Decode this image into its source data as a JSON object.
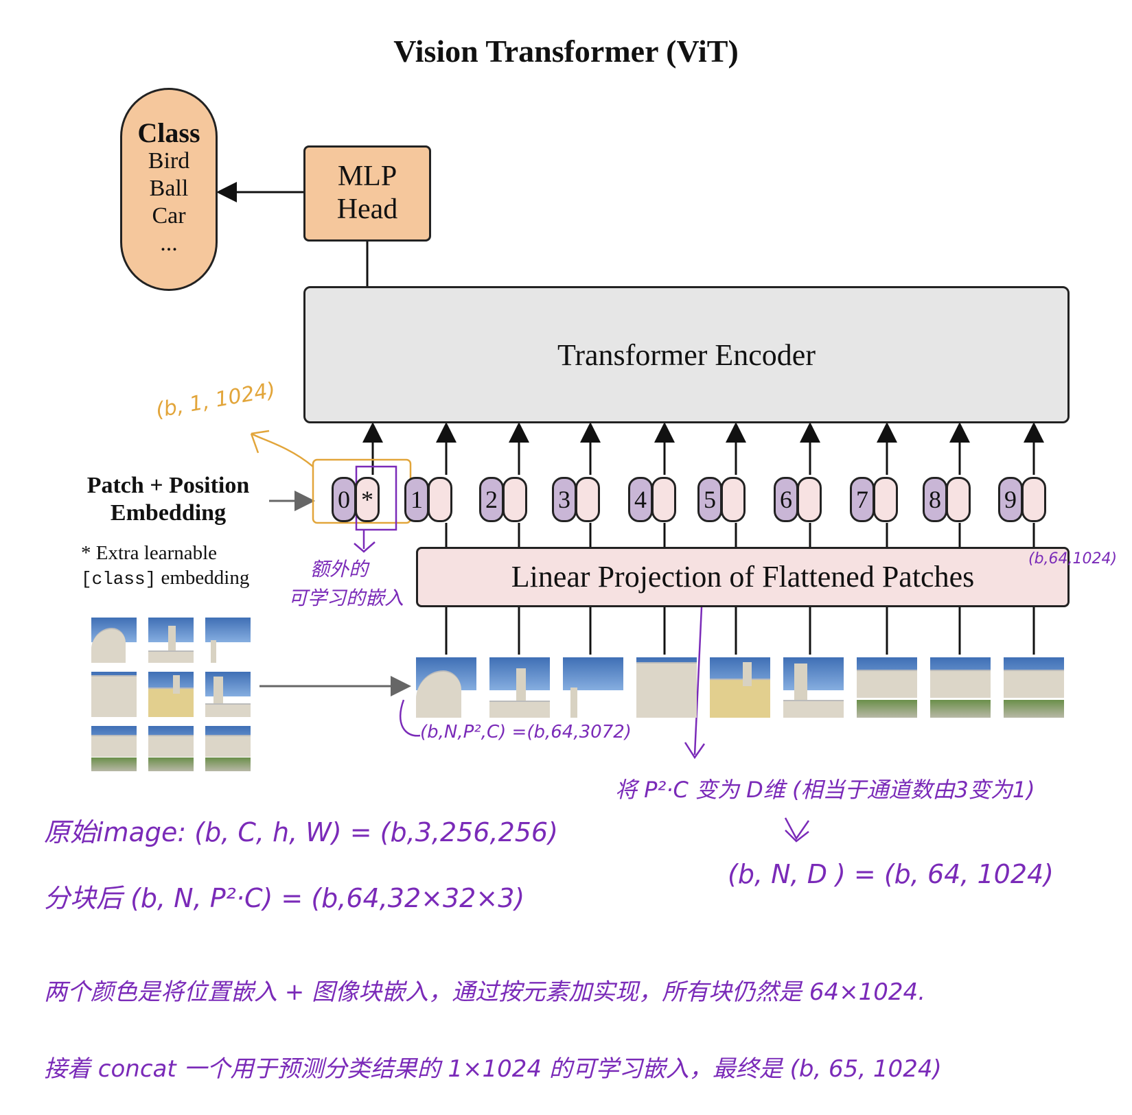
{
  "title": "Vision Transformer (ViT)",
  "class_box": {
    "heading": "Class",
    "items": [
      "Bird",
      "Ball",
      "Car",
      "..."
    ]
  },
  "mlp_head": {
    "line1": "MLP",
    "line2": "Head"
  },
  "encoder": {
    "label": "Transformer Encoder"
  },
  "linear_projection": {
    "label": "Linear Projection of Flattened Patches"
  },
  "embedding_label": {
    "line1": "Patch + Position",
    "line2": "Embedding"
  },
  "extra_note": {
    "line1": "* Extra learnable",
    "class_token": "[class]",
    "line2_rest": " embedding"
  },
  "tokens": [
    "0",
    "1",
    "2",
    "3",
    "4",
    "5",
    "6",
    "7",
    "8",
    "9"
  ],
  "cls_symbol": "*",
  "colors": {
    "class_fill": "#f5c79c",
    "encoder_fill": "#e6e6e6",
    "projection_fill": "#f6e1e1",
    "token_number_fill": "#c9b6d6",
    "token_position_fill": "#f7e2e2",
    "annotation_purple": "#7a2ab8",
    "annotation_orange": "#e2a53a"
  },
  "annotations": {
    "cls_shape": "(b, 1, 1024)",
    "cls_note_line1": "额外的",
    "cls_note_line2": "可学习的嵌入",
    "proj_shape": "(b,64,1024)",
    "patch_shape": "(b,N,P²,C) =(b,64,3072)",
    "proj_note": "将 P²·C 变为 D维 (相当于通道数由3变为1)",
    "proj_result": "(b, N, D ) = (b, 64, 1024)",
    "orig_image": "原始image: (b, C, h, W) = (b,3,256,256)",
    "after_split": "分块后 (b, N, P²·C) = (b,64,32×32×3)",
    "sum_note": "两个颜色是将位置嵌入 + 图像块嵌入，通过按元素加实现，所有块仍然是 64×1024.",
    "concat_note": "接着 concat 一个用于预测分类结果的 1×1024 的可学习嵌入，最终是 (b, 65, 1024)"
  }
}
